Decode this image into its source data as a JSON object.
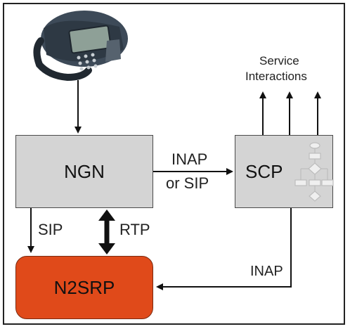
{
  "boxes": {
    "ngn": "NGN",
    "scp": "SCP",
    "n2srp": "N2SRP"
  },
  "edge_labels": {
    "ngn_to_scp_line1": "INAP",
    "ngn_to_scp_line2": "or SIP",
    "ngn_to_n2srp_sip": "SIP",
    "ngn_n2srp_rtp": "RTP",
    "scp_to_n2srp": "INAP"
  },
  "service_interactions": {
    "line1": "Service",
    "line2": "Interactions"
  },
  "colors": {
    "box_fill": "#d4d4d4",
    "n2srp_fill": "#e04a1a",
    "arrow": "#111111"
  },
  "icons": {
    "phone": "ip-desk-phone-icon",
    "flowchart": "flowchart-icon"
  }
}
